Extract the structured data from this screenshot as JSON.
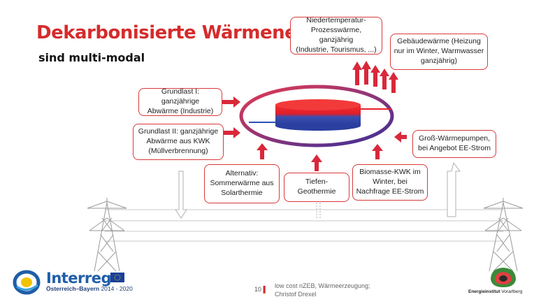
{
  "slide": {
    "title": "Dekarbonisierte Wärmenetze",
    "subtitle": "sind multi-modal"
  },
  "boxes": {
    "top_center": "Niedertemperatur-\nProzesswärme, ganzjährig\n(Industrie, Tourismus, ...)",
    "top_right": "Gebäudewärme (Heizung\nnur im Winter, Warmwasser\nganzjährig)",
    "left_1": "Grundlast I: ganzjährige\nAbwärme (Industrie)",
    "left_2": "Grundlast II: ganzjährige\nAbwärme aus KWK\n(Müllverbrennung)",
    "right_1": "Groß-Wärmepumpen,\nbei Angebot EE-Strom",
    "bottom_1": "Alternativ:\nSommerwärme aus\nSolarthermie",
    "bottom_2": "Tiefen-\nGeothermie",
    "bottom_3": "Biomasse-KWK im\nWinter, bei\nNachfrage EE-Strom"
  },
  "footer": {
    "page_number": "10",
    "note": "low cost nZEB, Wärmeerzeugung;\nChristof Drexel"
  },
  "logos": {
    "interreg_name": "Interreg",
    "interreg_region": "Österreich–Bayern",
    "interreg_years": "2014 - 2020",
    "eiv_bold": "Energieinstitut",
    "eiv_rest": " Vorarlberg"
  },
  "colors": {
    "accent_red": "#d62b2b",
    "tank_red": "#e8202a",
    "tank_blue": "#2a52b8",
    "ring_gradient_start": "#e63a52",
    "ring_gradient_end": "#3a2f9a"
  },
  "icons": [
    "power-pylon-left",
    "power-pylon-right",
    "interreg-logo",
    "eu-flag",
    "energieinstitut-logo"
  ]
}
